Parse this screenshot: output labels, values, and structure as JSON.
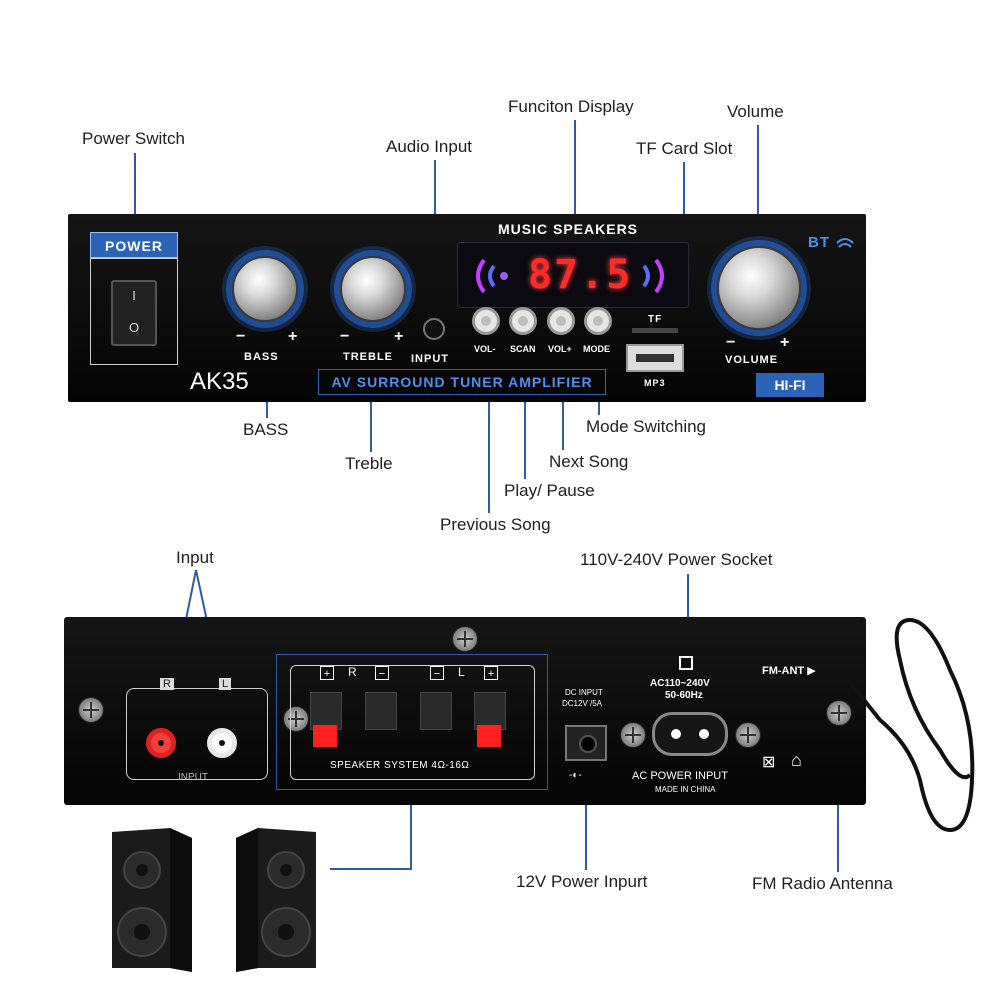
{
  "callouts": {
    "power_switch": "Power Switch",
    "audio_input": "Audio Input",
    "function_display": "Funciton Display",
    "tf_card_slot": "TF Card Slot",
    "volume": "Volume",
    "bass": "BASS",
    "treble": "Treble",
    "mode_switching": "Mode Switching",
    "next_song": "Next Song",
    "play_pause": "Play/ Pause",
    "previous_song": "Previous Song",
    "input": "Input",
    "power_socket": "110V-240V Power Socket",
    "dc_power_input": "12V Power Inpurt",
    "fm_antenna": "FM Radio Antenna"
  },
  "front_panel": {
    "power_label": "POWER",
    "music_speakers": "MUSIC SPEAKERS",
    "display_value": "87.5",
    "bass_label": "BASS",
    "treble_label": "TREBLE",
    "input_label": "INPUT",
    "minus": "−",
    "plus": "+",
    "model": "AK35",
    "ribbon": "AV SURROUND TUNER AMPLIFIER",
    "buttons": [
      "VOL-",
      "SCAN",
      "VOL+",
      "MODE"
    ],
    "tf_label": "TF",
    "mp3_label": "MP3",
    "volume_label": "VOLUME",
    "bt_label": "BT",
    "hifi_label": "HI-FI"
  },
  "rear_panel": {
    "rca_r": "R",
    "rca_l": "L",
    "input_label": "INPUT",
    "speaker_r": "R",
    "speaker_l": "L",
    "speaker_system": "SPEAKER SYSTEM 4Ω-16Ω",
    "dc_input_line1": "DC INPUT",
    "dc_input_line2": "DC12V /5A",
    "ac_rating_line1": "AC110~240V",
    "ac_rating_line2": "50-60Hz",
    "ac_power_input": "AC POWER INPUT",
    "made_in": "MADE IN CHINA",
    "fm_ant": "FM-ANT ▶"
  },
  "colors": {
    "accent_blue": "#2b63b8",
    "display_red": "#ff2a2a",
    "panel_black": "#0d0d0d"
  }
}
